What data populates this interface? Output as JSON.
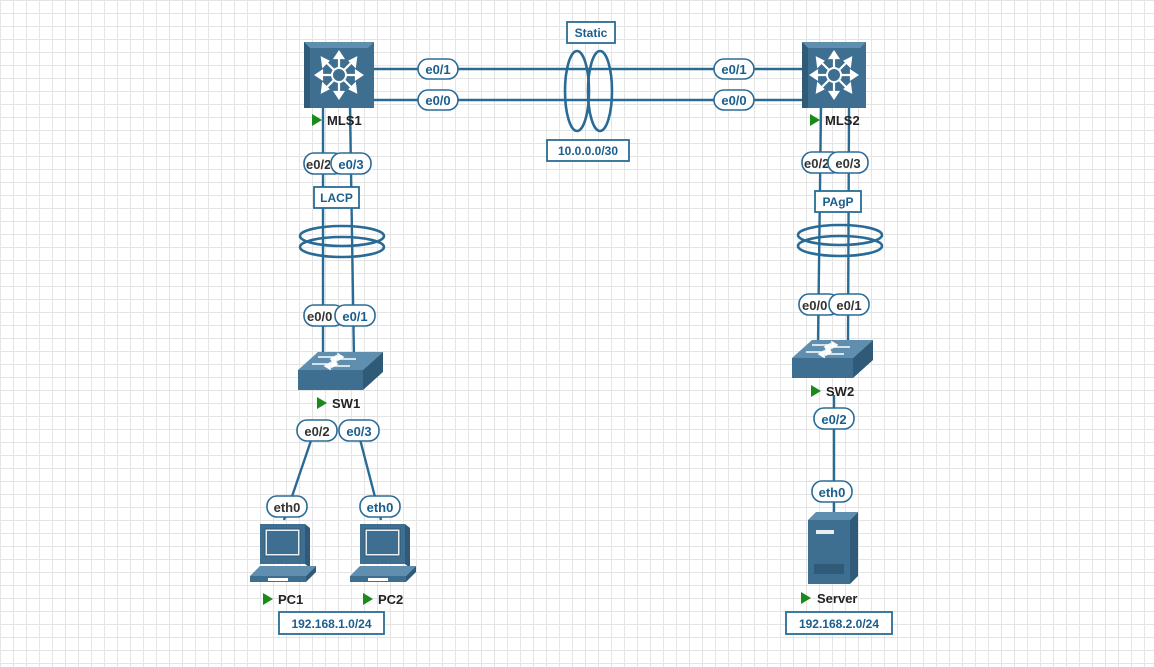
{
  "colors": {
    "link": "#2a6b96",
    "device": "#356586",
    "label_border": "#2a6b96",
    "label_text_blue": "#1a5e8e",
    "label_text_dark": "#333333",
    "run": "#1a8a1a"
  },
  "devices": {
    "mls1": {
      "name": "MLS1",
      "icon": "multilayer-switch-icon"
    },
    "mls2": {
      "name": "MLS2",
      "icon": "multilayer-switch-icon"
    },
    "sw1": {
      "name": "SW1",
      "icon": "switch-icon"
    },
    "sw2": {
      "name": "SW2",
      "icon": "switch-icon"
    },
    "pc1": {
      "name": "PC1",
      "icon": "pc-icon"
    },
    "pc2": {
      "name": "PC2",
      "icon": "pc-icon"
    },
    "server": {
      "name": "Server",
      "icon": "server-icon"
    }
  },
  "annotations": {
    "static": "Static",
    "core_subnet": "10.0.0.0/30",
    "lacp": "LACP",
    "pagp": "PAgP",
    "lan1": "192.168.1.0/24",
    "lan2": "192.168.2.0/24"
  },
  "ports": {
    "mls1_e01": "e0/1",
    "mls1_e00": "e0/0",
    "mls2_e01": "e0/1",
    "mls2_e00": "e0/0",
    "mls1_down_a": "e0/2",
    "mls1_down_b": "e0/3",
    "mls2_down_a": "e0/2",
    "mls2_down_b": "e0/3",
    "sw1_up_a": "e0/0",
    "sw1_up_b": "e0/1",
    "sw2_up_a": "e0/0",
    "sw2_up_b": "e0/1",
    "sw1_pc1": "e0/2",
    "sw1_pc2": "e0/3",
    "sw2_srv": "e0/2",
    "pc1_eth": "eth0",
    "pc2_eth": "eth0",
    "srv_eth": "eth0"
  }
}
